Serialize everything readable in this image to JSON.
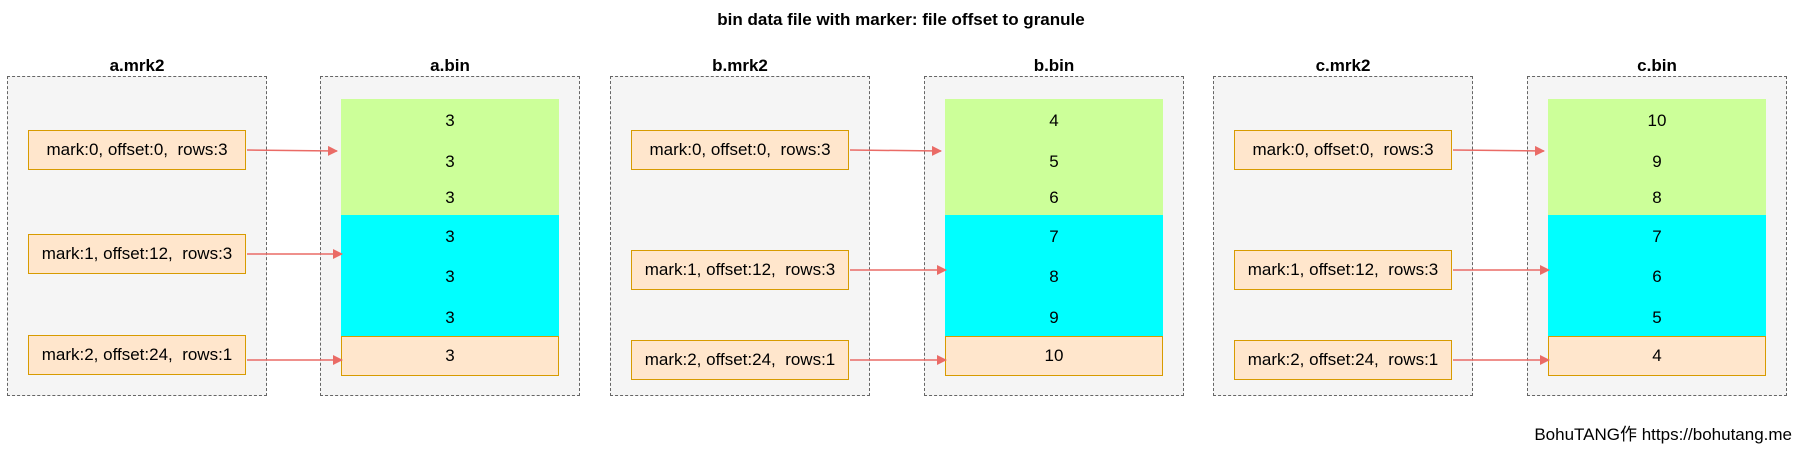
{
  "title": "bin data file with marker: file offset to granule",
  "colors": {
    "granule_1": "#ccff99",
    "granule_2": "#00ffff",
    "granule_3": "#ffe6cc",
    "mark_border": "#d79b00",
    "arrow": "#ea6b66"
  },
  "groups": [
    {
      "mark_label": "a.mrk2",
      "bin_label": "a.bin",
      "marks": [
        "mark:0, offset:0,  rows:3",
        "mark:1, offset:12,  rows:3",
        "mark:2, offset:24,  rows:1"
      ],
      "values": [
        "3",
        "3",
        "3",
        "3",
        "3",
        "3",
        "3"
      ]
    },
    {
      "mark_label": "b.mrk2",
      "bin_label": "b.bin",
      "marks": [
        "mark:0, offset:0,  rows:3",
        "mark:1, offset:12,  rows:3",
        "mark:2, offset:24,  rows:1"
      ],
      "values": [
        "4",
        "5",
        "6",
        "7",
        "8",
        "9",
        "10"
      ]
    },
    {
      "mark_label": "c.mrk2",
      "bin_label": "c.bin",
      "marks": [
        "mark:0, offset:0,  rows:3",
        "mark:1, offset:12,  rows:3",
        "mark:2, offset:24,  rows:1"
      ],
      "values": [
        "10",
        "9",
        "8",
        "7",
        "6",
        "5",
        "4"
      ]
    }
  ],
  "credit": "BohuTANG作 https://bohutang.me"
}
